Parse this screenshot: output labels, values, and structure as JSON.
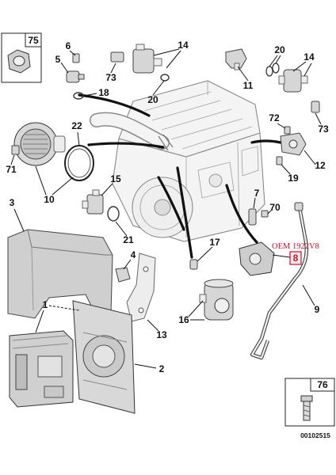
{
  "diagram": {
    "callouts": [
      "75",
      "6",
      "5",
      "18",
      "73",
      "14",
      "20",
      "11",
      "20",
      "14",
      "73",
      "72",
      "12",
      "19",
      "22",
      "71",
      "10",
      "15",
      "21",
      "3",
      "7",
      "70",
      "17",
      "4",
      "13",
      "1",
      "2",
      "16",
      "9"
    ],
    "highlight_callout": "8",
    "oem_label": "OEM 1922V8",
    "inset_callout": "76",
    "reference_code": "00102515"
  },
  "colors": {
    "highlight": "#c8102e",
    "part_fill": "#d6d6d6",
    "line": "#111111"
  }
}
